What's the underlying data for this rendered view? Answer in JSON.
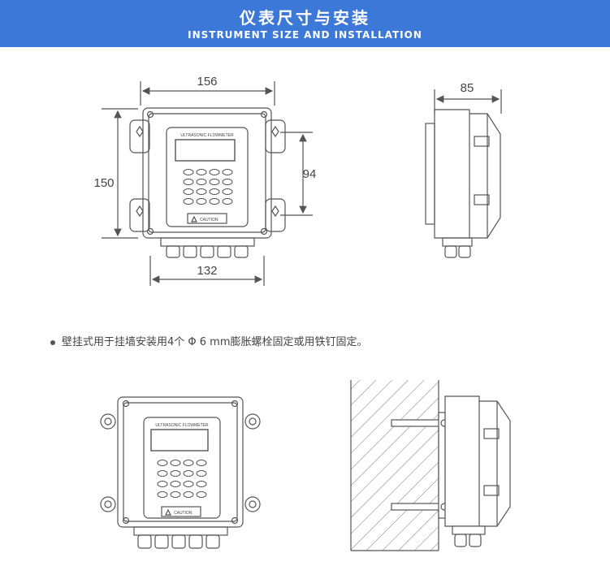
{
  "header": {
    "title_cn": "仪表尺寸与安装",
    "title_en": "INSTRUMENT SIZE AND INSTALLATION",
    "background": "#3c78d8"
  },
  "front_view": {
    "width_label": "156",
    "height_label": "150",
    "mount_spacing_label": "94",
    "bottom_width_label": "132",
    "panel_label": "ULTRASONIC FLOWMETER",
    "caution_label": "CAUTION"
  },
  "side_view": {
    "depth_label": "85"
  },
  "note": {
    "text": "壁挂式用于挂墙安装用4个 Φ 6 mm膨胀螺栓固定或用铁钉固定。"
  },
  "install_view": {
    "panel_label": "ULTRASONIC FLOWMETER",
    "caution_label": "CAUTION"
  }
}
